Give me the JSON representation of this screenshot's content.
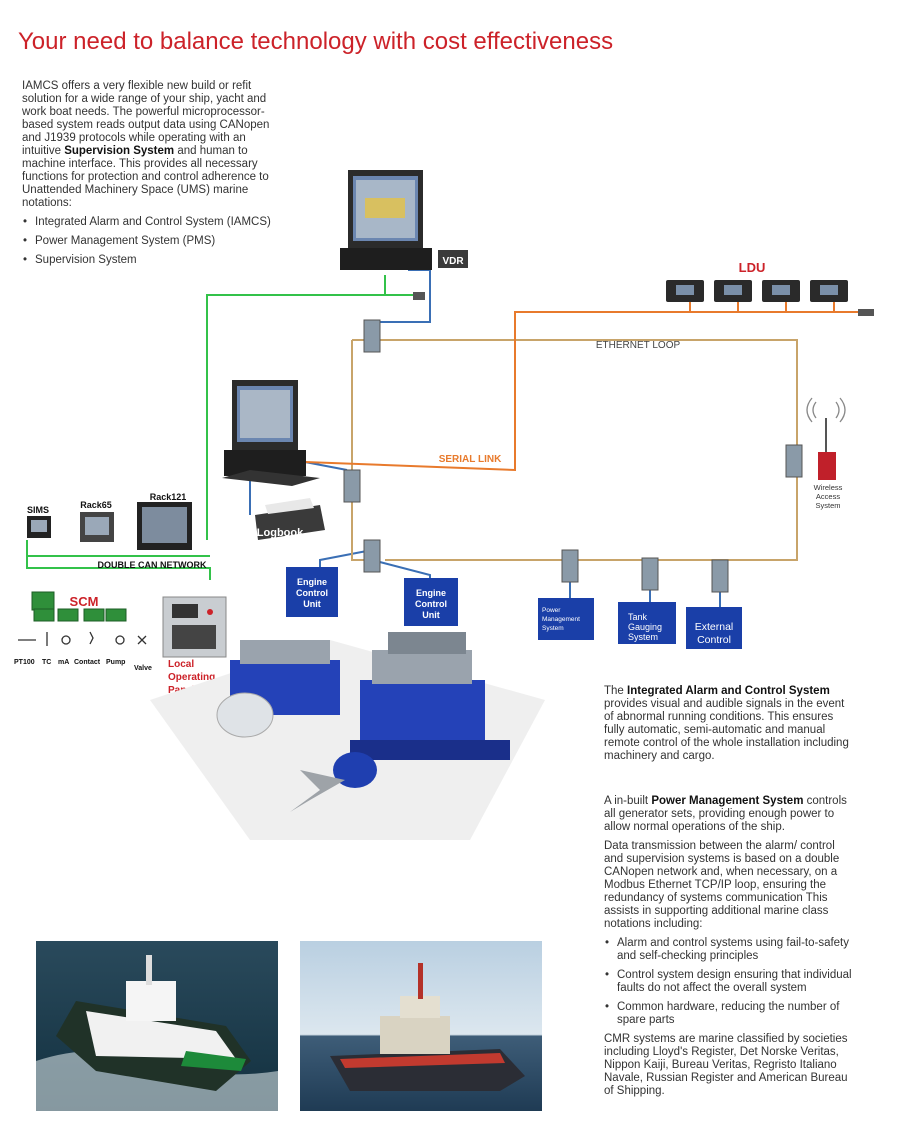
{
  "page": {
    "title": "Your need to balance technology with cost effectiveness"
  },
  "intro": {
    "text_1": "IAMCS offers a very flexible new build or refit solution for a wide range of your ship, yacht and work boat needs. The powerful microprocessor-based system reads output data using CANopen and J1939 protocols while operating with an intuitive ",
    "bold_1": "Supervision System",
    "text_2": " and human to machine interface. This provides all necessary functions for protection and control adherence to Unattended Machinery Space (UMS) marine notations:",
    "bullets": [
      "Integrated Alarm and Control System (IAMCS)",
      "Power Management System (PMS)",
      "Supervision System"
    ]
  },
  "diagram": {
    "vdr": "VDR",
    "ldu": "LDU",
    "ethernet_loop": "ETHERNET LOOP",
    "serial_link": "SERIAL LINK",
    "wireless_1": "Wireless",
    "wireless_2": "Access",
    "wireless_3": "System",
    "sims": "SIMS",
    "rack65": "Rack65",
    "rack121": "Rack121",
    "double_can": "DOUBLE CAN NETWORK",
    "scm": "SCM",
    "logbook": "Logbook",
    "sensors": [
      "PT100",
      "TC",
      "mA",
      "Contact",
      "Pump",
      "Valve"
    ],
    "local_panel": [
      "Local",
      "Operating",
      "Panel"
    ],
    "ecu1": [
      "Engine",
      "Control",
      "Unit"
    ],
    "ecu2": [
      "Engine",
      "Control",
      "Unit"
    ],
    "pms_box": [
      "Power",
      "Management",
      "System"
    ],
    "tank_box": [
      "Tank",
      "Gauging",
      "System"
    ],
    "ext_box": [
      "External",
      "Control"
    ]
  },
  "right": {
    "p1_pre": "The ",
    "p1_bold": "Integrated Alarm and Control System",
    "p1_post": " provides visual and audible signals in the event of abnormal running conditions. This ensures fully automatic, semi-automatic and manual remote control of the whole installation including machinery and cargo.",
    "p2_pre": "A in-built ",
    "p2_bold": "Power Management System",
    "p2_post": " controls all generator sets, providing enough power to allow normal operations of the ship.",
    "p3": "Data transmission between the alarm/ control and supervision systems is based on a double CANopen network and, when necessary, on a Modbus Ethernet TCP/IP loop, ensuring the redundancy of systems communication This assists in supporting additional marine class notations including:",
    "bullets": [
      "Alarm and control systems using fail-to-safety and self-checking principles",
      "Control system design ensuring that individual faults do not affect the overall system",
      "Common hardware, reducing the number of spare parts"
    ],
    "p4": "CMR systems are marine classified by societies including Lloyd's Register, Det Norske Veritas, Nippon Kaiji, Bureau Veritas, Regristo Italiano Navale, Russian Register and American Bureau of Shipping."
  },
  "colors": {
    "title": "#cc2229",
    "can_green": "#33c24a",
    "ethernet_orange": "#e87a2c",
    "serial_tan": "#c8a46a",
    "link_blue": "#3a6fb5",
    "box_blue": "#1a3fa8"
  }
}
